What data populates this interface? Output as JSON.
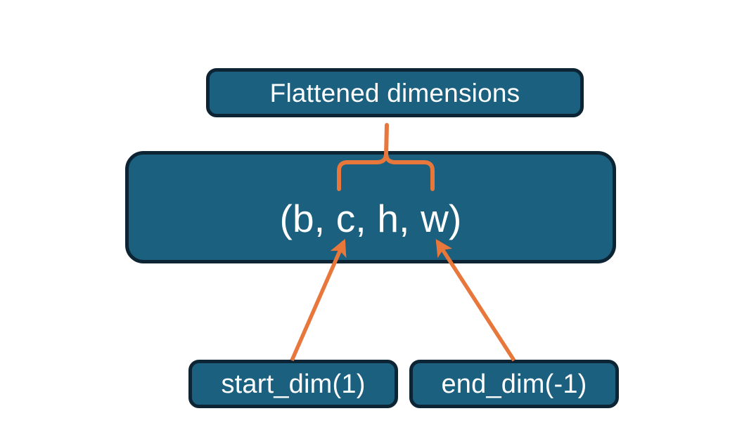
{
  "diagram": {
    "title": "Flatten start_dim and end_dim annotation diagram",
    "background_color": "#ffffff",
    "node_fill_color": "#1b607f",
    "node_border_color": "#0c2433",
    "node_text_color": "#ffffff",
    "accent_color": "#e8773c",
    "nodes": [
      {
        "id": "flattened",
        "label": "Flattened dimensions"
      },
      {
        "id": "shape",
        "label": "(b, c, h, w)"
      },
      {
        "id": "start_dim",
        "label": "start_dim(1)"
      },
      {
        "id": "end_dim",
        "label": "end_dim(-1)"
      }
    ],
    "connectors": [
      {
        "id": "brace",
        "from": "shape-c-h-span",
        "to": "flattened",
        "style": "curly-brace-up"
      },
      {
        "id": "arrow-start",
        "from": "start_dim",
        "to": "shape-dim-c",
        "style": "arrow"
      },
      {
        "id": "arrow-end",
        "from": "end_dim",
        "to": "shape-dim-w",
        "style": "arrow"
      }
    ]
  }
}
